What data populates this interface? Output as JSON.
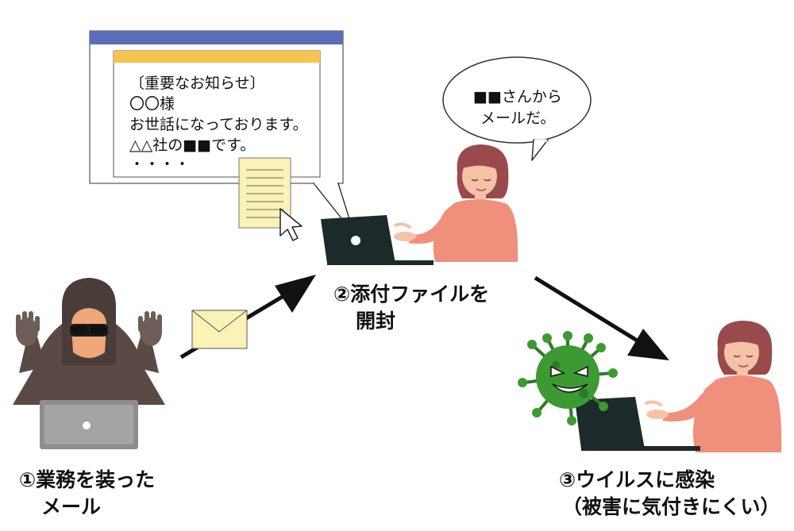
{
  "email_window": {
    "line1": "〔重要なお知らせ〕",
    "line2": "〇〇様",
    "line3": "お世話になっております。",
    "line4": "△△社の■■です。",
    "line5": "・・・・"
  },
  "speech_bubble": {
    "line1": "■■さんから",
    "line2": "メールだ。"
  },
  "steps": {
    "step1": {
      "line1": "①業務を装った",
      "line2": "メール"
    },
    "step2": {
      "line1": "②添付ファイルを",
      "line2": "開封"
    },
    "step3": {
      "line1": "③ウイルスに感染",
      "line2": "（被害に気付きにくい）"
    }
  },
  "colors": {
    "window_titlebar": "#5b6fb8",
    "window_inner_bar": "#f6c34f",
    "attachment": "#faf2b6",
    "envelope": "#faf2b6",
    "laptop_dark": "#1c2a2a",
    "hacker_hood": "#5a4a46",
    "woman_top": "#f08f7c",
    "woman_hair": "#9a4a4c",
    "virus": "#3c9a33"
  },
  "icons": [
    "cursor-icon",
    "envelope-icon",
    "virus-icon",
    "document-icon"
  ]
}
